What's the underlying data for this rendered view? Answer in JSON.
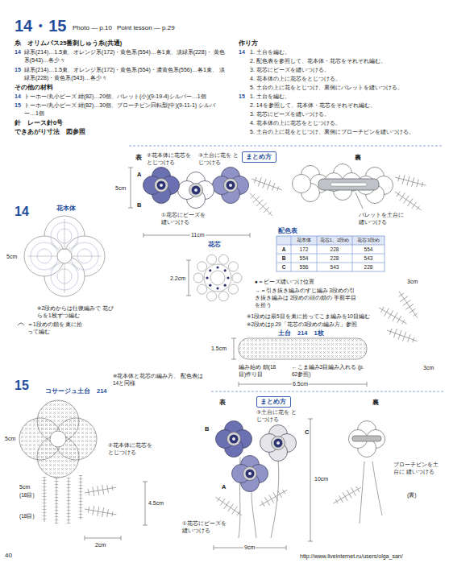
{
  "diagram": {
    "title": "14・15",
    "nodes": [
      {
        "text": [
          "まとめ方"
        ]
      },
      {
        "text": [
          "まとめ方"
        ]
      }
    ],
    "labels": [
      "Photo — p.10",
      "Point lesson — p.29",
      "糸　オリムパス25番刺しゅう糸(共通)",
      "14",
      "緑系(214)…1.5束、オレンジ系(172)・黄色系(554)…各1束、淡緑系(228)・ 黄色系(543)…各少々",
      "15",
      "緑系(214)…1.5束、オレンジ系(172)・黄色系(554)・濃黄色系(556)…各1束、 淡緑系(228)・黄色系(543)…各少々",
      "その他の材料",
      "14",
      "トーホー/丸小ビーズ 紺(82)…20個、パレット(小)(9-19-4)シルバー…1個",
      "15",
      "トーホー/丸小ビーズ 紺(82)…30個、ブローチピン回転型(中)(9-11-1) シルバー…1個",
      "針　レース針0号",
      "できあがり寸法　図参照",
      "作り方",
      "14",
      "1. 土台を編む。",
      "2. 配色表を参照して、花本体・花芯をそれぞれ編む。",
      "3. 花芯にビーズを縫いつける。",
      "4. 花本体の上に花芯をとじつける。",
      "5. 土台の上に花をとじつけ、裏側にパレットを縫いつける。",
      "15",
      "1. 土台を編む。",
      "2. 14を参照して、花本体・花芯をそれぞれ編む。",
      "3. 花芯にビーズを縫いつける。",
      "4. 花本体の上に花芯をとじつける。",
      "5. 土台の上に花をとじつけ、裏側にブローチピンを縫いつける。",
      "表",
      "②花本体に花芯を とじつける",
      "③土台に花を とじつける",
      "裏",
      "A",
      "B",
      "5cm",
      "①花芯にビーズを 縫いつける",
      "11cm",
      "パレットを土台に 縫いつける",
      "14",
      "花本体",
      "5cm",
      "※2段めからは往復編みで 花びらを1枚ずつ編む",
      "＝1段めの鎖を 束に拾って編む",
      "花芯",
      "2.2cm",
      "配色表",
      "花本体",
      "花芯1、2段め",
      "花芯3段め",
      "A",
      "172",
      "228",
      "554",
      "B",
      "554",
      "228",
      "543",
      "C",
      "556",
      "543",
      "228",
      "●＝ビーズ縫いつけ位置",
      "→＝引き抜き編みのすじ編み 3段めの引き抜き編みは 2段めの頭の鎖の 手前半目を拾う",
      "※1段めは最5目を束に拾ってこま編みを10目編む",
      "※2段めはp.29「花芯の3段めの編み方」参照",
      "3cm",
      "土台　214　1枚",
      "1.5cm",
      "編み始め 鎖(18目)作り目",
      "←こま編み3目編み入れる (p.62参照)",
      "6.5cm",
      "3cm",
      "15",
      "※花本体と花芯の編み方、 配色表は14と同様",
      "コサージュ土台　214",
      "5cm",
      "5cm",
      "(18目)",
      "(18目)",
      "②花本体に花芯を とじつける",
      "4.5cm",
      "2cm",
      "①花芯にビーズを 縫いつける",
      "表",
      "③土台に花を とじつける",
      "裏",
      "B",
      "C",
      "A",
      "10cm",
      "9cm",
      "ブローチピンを土台に 縫いつける",
      "(裏)",
      "40",
      "http://www.liveinternet.ru/users/olga_san/"
    ]
  }
}
